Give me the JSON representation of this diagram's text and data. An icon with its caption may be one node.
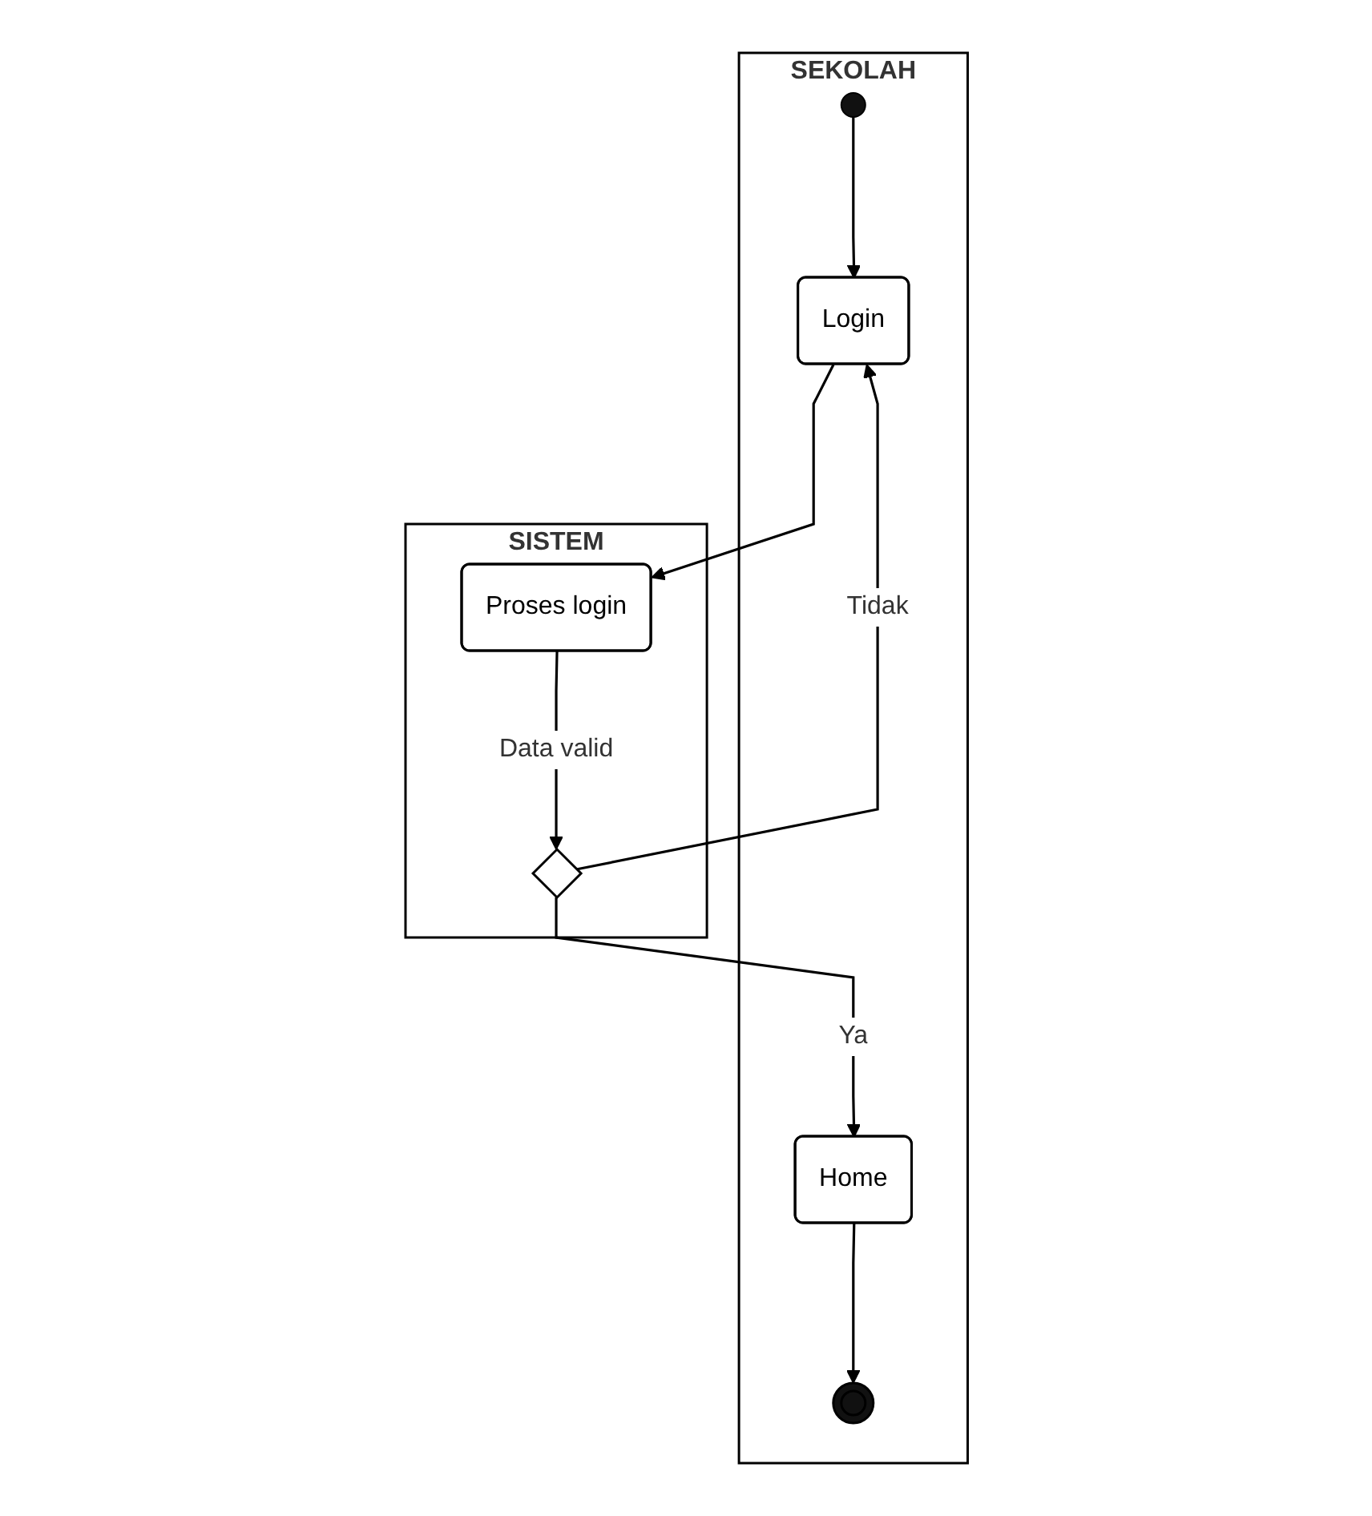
{
  "diagram": {
    "nodes": [
      {
        "text": [
          "SEKOLAH"
        ]
      },
      {
        "text": [],
        "shape": "circle",
        "in": 0
      },
      {
        "text": [
          "Login"
        ],
        "in": 0
      },
      {
        "text": [
          "SISTEM"
        ]
      },
      {
        "text": [
          "Proses login"
        ],
        "in": 3
      },
      {
        "text": [],
        "shape": "diamond",
        "in": 3
      },
      {
        "text": [
          "Home"
        ],
        "in": 0
      },
      {
        "text": [],
        "shape": "circle",
        "in": 0
      }
    ],
    "edges": [
      {
        "from": 1,
        "to": 2,
        "arrow": "to"
      },
      {
        "from": 2,
        "to": 4,
        "arrow": "to"
      },
      {
        "from": 4,
        "to": 5,
        "arrow": "to",
        "label": "Data valid"
      },
      {
        "from": 5,
        "to": 2,
        "arrow": "to",
        "label": "Tidak"
      },
      {
        "from": 5,
        "to": 6,
        "arrow": "to",
        "label": "Ya"
      },
      {
        "from": 6,
        "to": 7,
        "arrow": "to"
      }
    ]
  }
}
